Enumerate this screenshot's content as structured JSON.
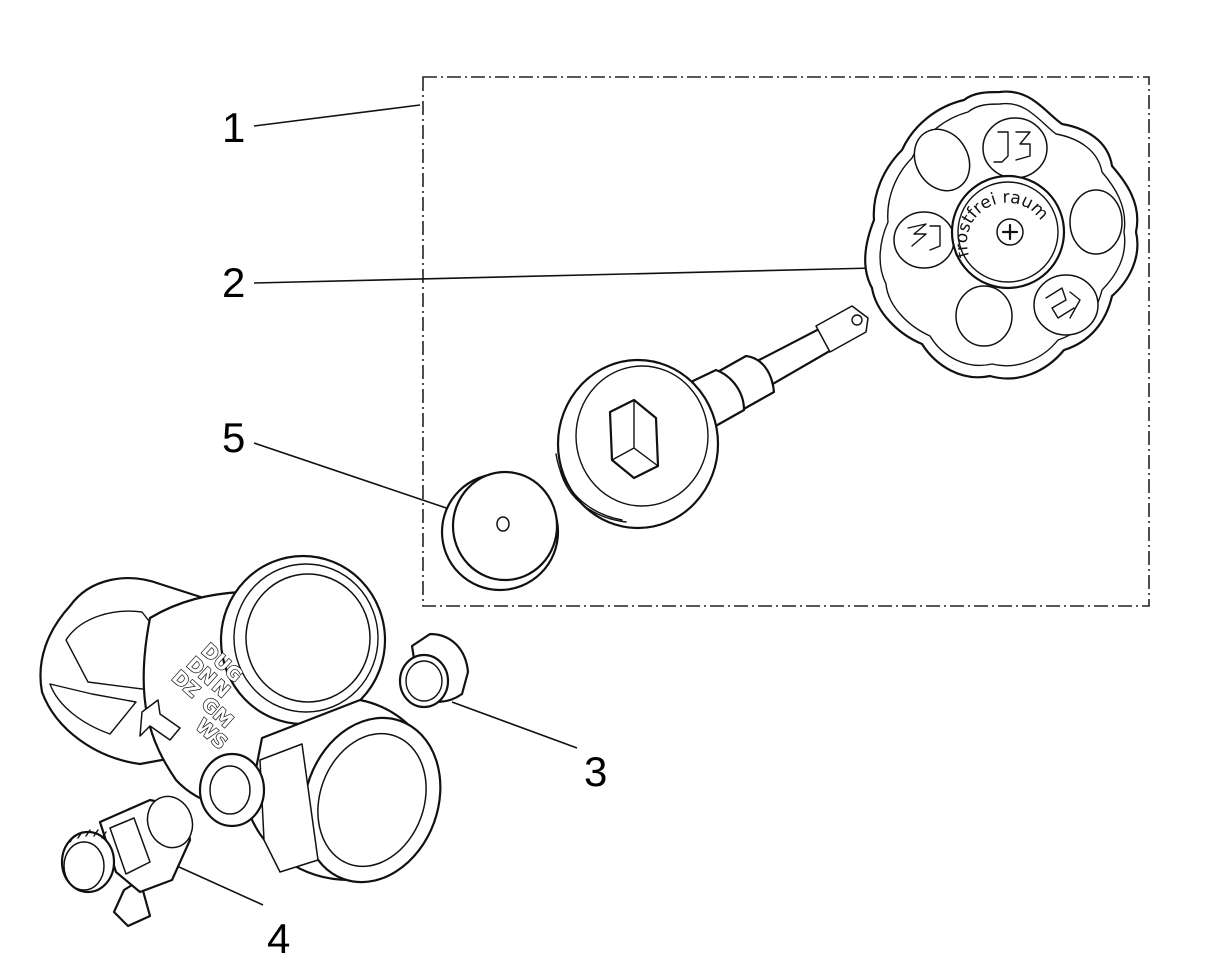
{
  "callouts": [
    {
      "id": "1",
      "label": "1"
    },
    {
      "id": "2",
      "label": "2"
    },
    {
      "id": "3",
      "label": "3"
    },
    {
      "id": "4",
      "label": "4"
    },
    {
      "id": "5",
      "label": "5"
    }
  ],
  "handle_text": "frostfrei raum",
  "handle_logo": "JS",
  "body_marks": [
    "DUG",
    "DN",
    "N",
    "DZ",
    "GM",
    "WS"
  ]
}
